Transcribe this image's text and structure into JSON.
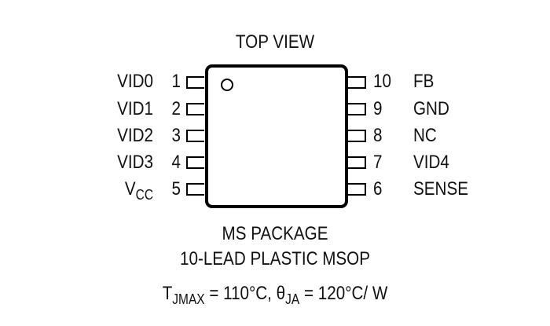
{
  "diagram": {
    "title": "TOP VIEW",
    "package_name": "MS PACKAGE",
    "package_desc": "10-LEAD PLASTIC MSOP",
    "thermal": {
      "tj_label": "T",
      "tj_sub": "JMAX",
      "tj_value": " = 110°C, ",
      "theta_label": "θ",
      "theta_sub": "JA",
      "theta_value": " = 120°C/ W"
    },
    "left_pins": [
      {
        "num": "1",
        "name": "VID0"
      },
      {
        "num": "2",
        "name": "VID1"
      },
      {
        "num": "3",
        "name": "VID2"
      },
      {
        "num": "4",
        "name": "VID3"
      },
      {
        "num": "5",
        "name": "V",
        "name_sub": "CC"
      }
    ],
    "right_pins": [
      {
        "num": "10",
        "name": "FB"
      },
      {
        "num": "9",
        "name": "GND"
      },
      {
        "num": "8",
        "name": "NC"
      },
      {
        "num": "7",
        "name": "VID4"
      },
      {
        "num": "6",
        "name": "SENSE"
      }
    ]
  }
}
